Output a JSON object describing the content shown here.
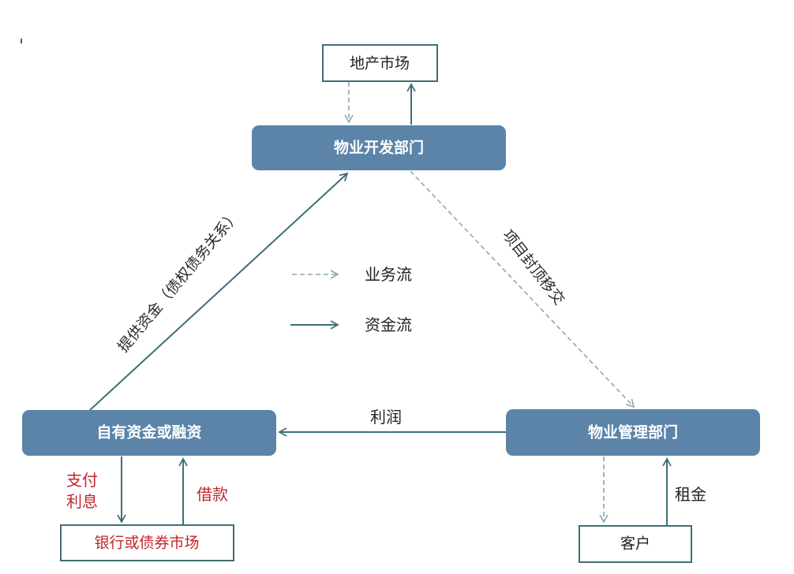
{
  "nodes": {
    "real_estate_market": "地产市场",
    "development_dept": "物业开发部门",
    "own_funds_or_financing": "自有资金或融资",
    "management_dept": "物业管理部门",
    "bank_or_bond_market": "银行或债券市场",
    "customer": "客户"
  },
  "legend": {
    "business_flow": "业务流",
    "capital_flow": "资金流"
  },
  "edge_labels": {
    "provide_funds": "提供资金（债权债务关系）",
    "project_handover": "项目封顶移交",
    "profit": "利润",
    "pay_interest_line1": "支付",
    "pay_interest_line2": "利息",
    "loan": "借款",
    "rent": "租金"
  },
  "colors": {
    "node_fill": "#5b84a8",
    "line": "#3f6e78",
    "red_text": "#c0282d"
  }
}
